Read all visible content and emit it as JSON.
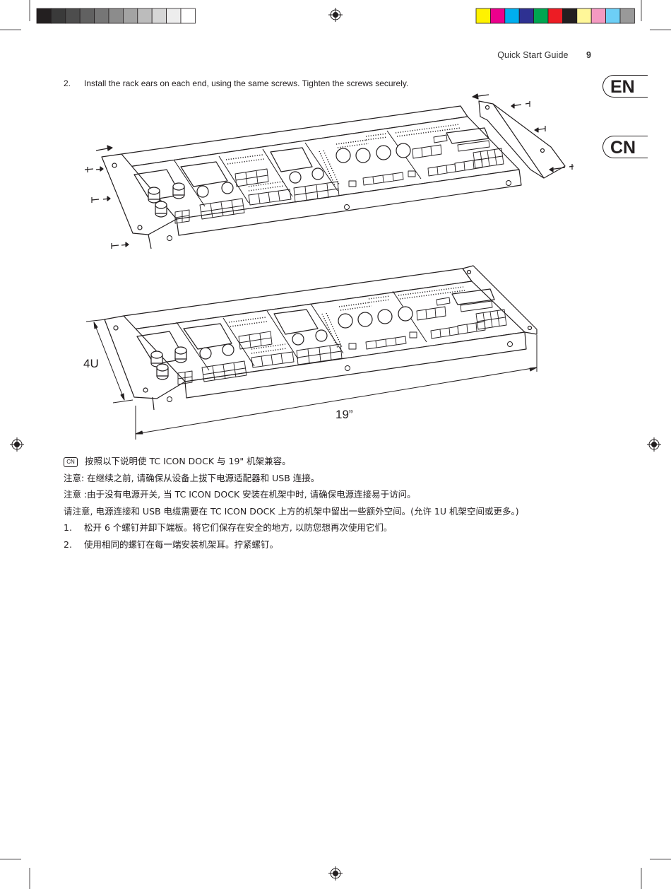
{
  "header": {
    "guide_title": "Quick Start Guide",
    "page_number": "9"
  },
  "language_tabs": [
    {
      "label": "EN"
    },
    {
      "label": "CN"
    }
  ],
  "step_en": {
    "number": "2.",
    "text": "Install the rack ears on each end, using the same screws. Tighten the screws securely."
  },
  "figure": {
    "height_label": "4U",
    "width_label": "19”"
  },
  "cn_section": {
    "badge": "CN",
    "intro": "按照以下说明使 TC ICON DOCK 与 19\" 机架兼容。",
    "note1": "注意: 在继续之前, 请确保从设备上拔下电源适配器和 USB 连接。",
    "note2": "注意 :由于没有电源开关, 当 TC ICON DOCK 安装在机架中时, 请确保电源连接易于访问。",
    "note3": "请注意, 电源连接和 USB 电缆需要在 TC ICON DOCK 上方的机架中留出一些额外空间。(允许 1U 机架空间或更多。)",
    "steps": [
      {
        "number": "1.",
        "text": "松开 6 个螺钉并卸下端板。将它们保存在安全的地方, 以防您想再次使用它们。"
      },
      {
        "number": "2.",
        "text": "使用相同的螺钉在每一端安装机架耳。拧紧螺钉。"
      }
    ]
  },
  "colors": {
    "ink": "#231f20",
    "gray_bar": [
      "#231f20",
      "#3a3a3a",
      "#4d4d4d",
      "#616161",
      "#767676",
      "#8c8c8c",
      "#a3a3a3",
      "#bcbcbc",
      "#d6d6d6",
      "#ededed",
      "#ffffff"
    ],
    "color_bar": [
      "#fff200",
      "#ec008c",
      "#00aeef",
      "#2e3192",
      "#00a651",
      "#ed1c24",
      "#231f20",
      "#fff799",
      "#f49ac1",
      "#6dcff6",
      "#999999"
    ]
  }
}
